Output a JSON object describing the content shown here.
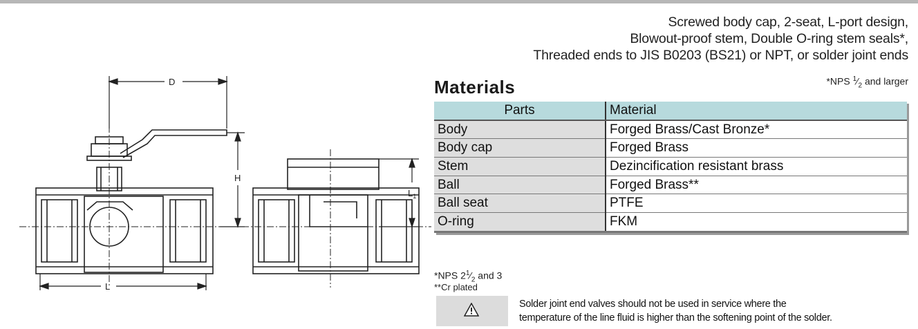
{
  "header": {
    "faded_text": ""
  },
  "description": {
    "lines": [
      "Screwed body cap, 2-seat, L-port design,",
      "Blowout-proof stem, Double O-ring stem seals*,",
      "Threaded ends to JIS B0203 (BS21) or NPT, or solder joint ends"
    ]
  },
  "drawing": {
    "dim_labels": {
      "D": "D",
      "H": "H",
      "L": "L",
      "L1": "L",
      "L1_sub": "1"
    }
  },
  "materials": {
    "title": "Materials",
    "size_note": {
      "prefix": "*NPS ",
      "num": "1",
      "den": "2",
      "suffix": " and larger"
    },
    "headers": {
      "parts": "Parts",
      "material": "Material"
    },
    "rows": [
      {
        "part": "Body",
        "material": "Forged Brass/Cast Bronze*"
      },
      {
        "part": "Body cap",
        "material": "Forged Brass"
      },
      {
        "part": "Stem",
        "material": "Dezincification resistant brass"
      },
      {
        "part": "Ball",
        "material": "Forged Brass**"
      },
      {
        "part": "Ball seat",
        "material": "PTFE"
      },
      {
        "part": "O-ring",
        "material": "FKM"
      }
    ]
  },
  "footnotes": {
    "fn1": {
      "prefix": "*NPS 2",
      "num": "1",
      "den": "2",
      "suffix": " and 3"
    },
    "fn2": "**Cr plated"
  },
  "warning": {
    "icon": "warning-triangle-icon",
    "lines": [
      "Solder joint end valves should not be used in service where the",
      "temperature of the line fluid is higher than the softening point of the solder."
    ]
  }
}
